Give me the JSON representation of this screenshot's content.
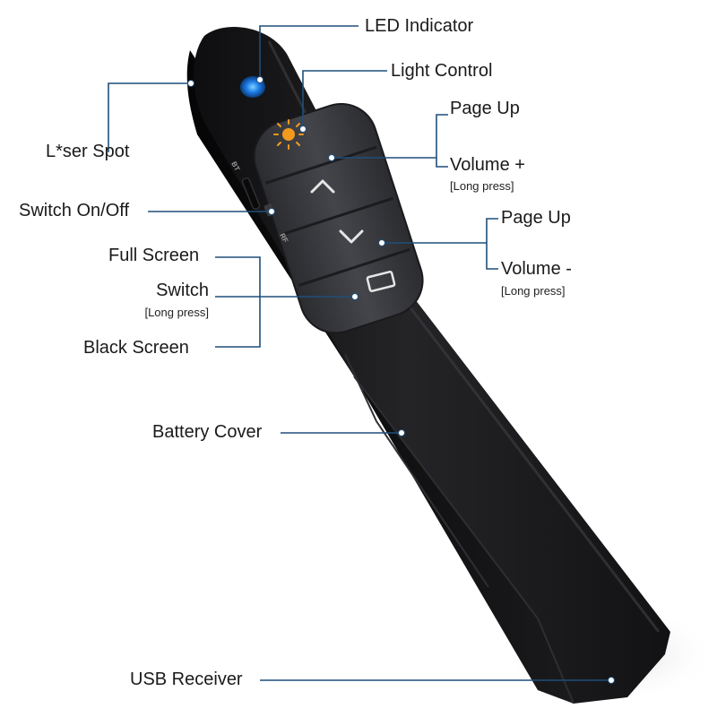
{
  "labels": {
    "led_indicator": "LED Indicator",
    "light_control": "Light Control",
    "laser_spot": "L*ser Spot",
    "page_up_top": "Page Up",
    "volume_plus": "Volume +",
    "volume_plus_note": "[Long press]",
    "switch_on_off": "Switch On/Off",
    "page_up_bottom": "Page Up",
    "volume_minus": "Volume -",
    "volume_minus_note": "[Long press]",
    "full_screen": "Full Screen",
    "switch": "Switch",
    "switch_note": "[Long press]",
    "black_screen": "Black  Screen",
    "battery_cover": "Battery Cover",
    "usb_receiver": "USB Receiver"
  },
  "device": {
    "body_color": "#1b1b1d",
    "panel_color": "#38393d",
    "led_color": "#1e7ee8",
    "light_icon_color": "#f39a1e",
    "line_color": "#1f4f7a",
    "switch_mark_top": "BT",
    "switch_mark_bottom": "RF"
  },
  "icons": [
    "sun-icon",
    "chevron-up-icon",
    "chevron-down-icon",
    "screen-rectangle-icon"
  ]
}
